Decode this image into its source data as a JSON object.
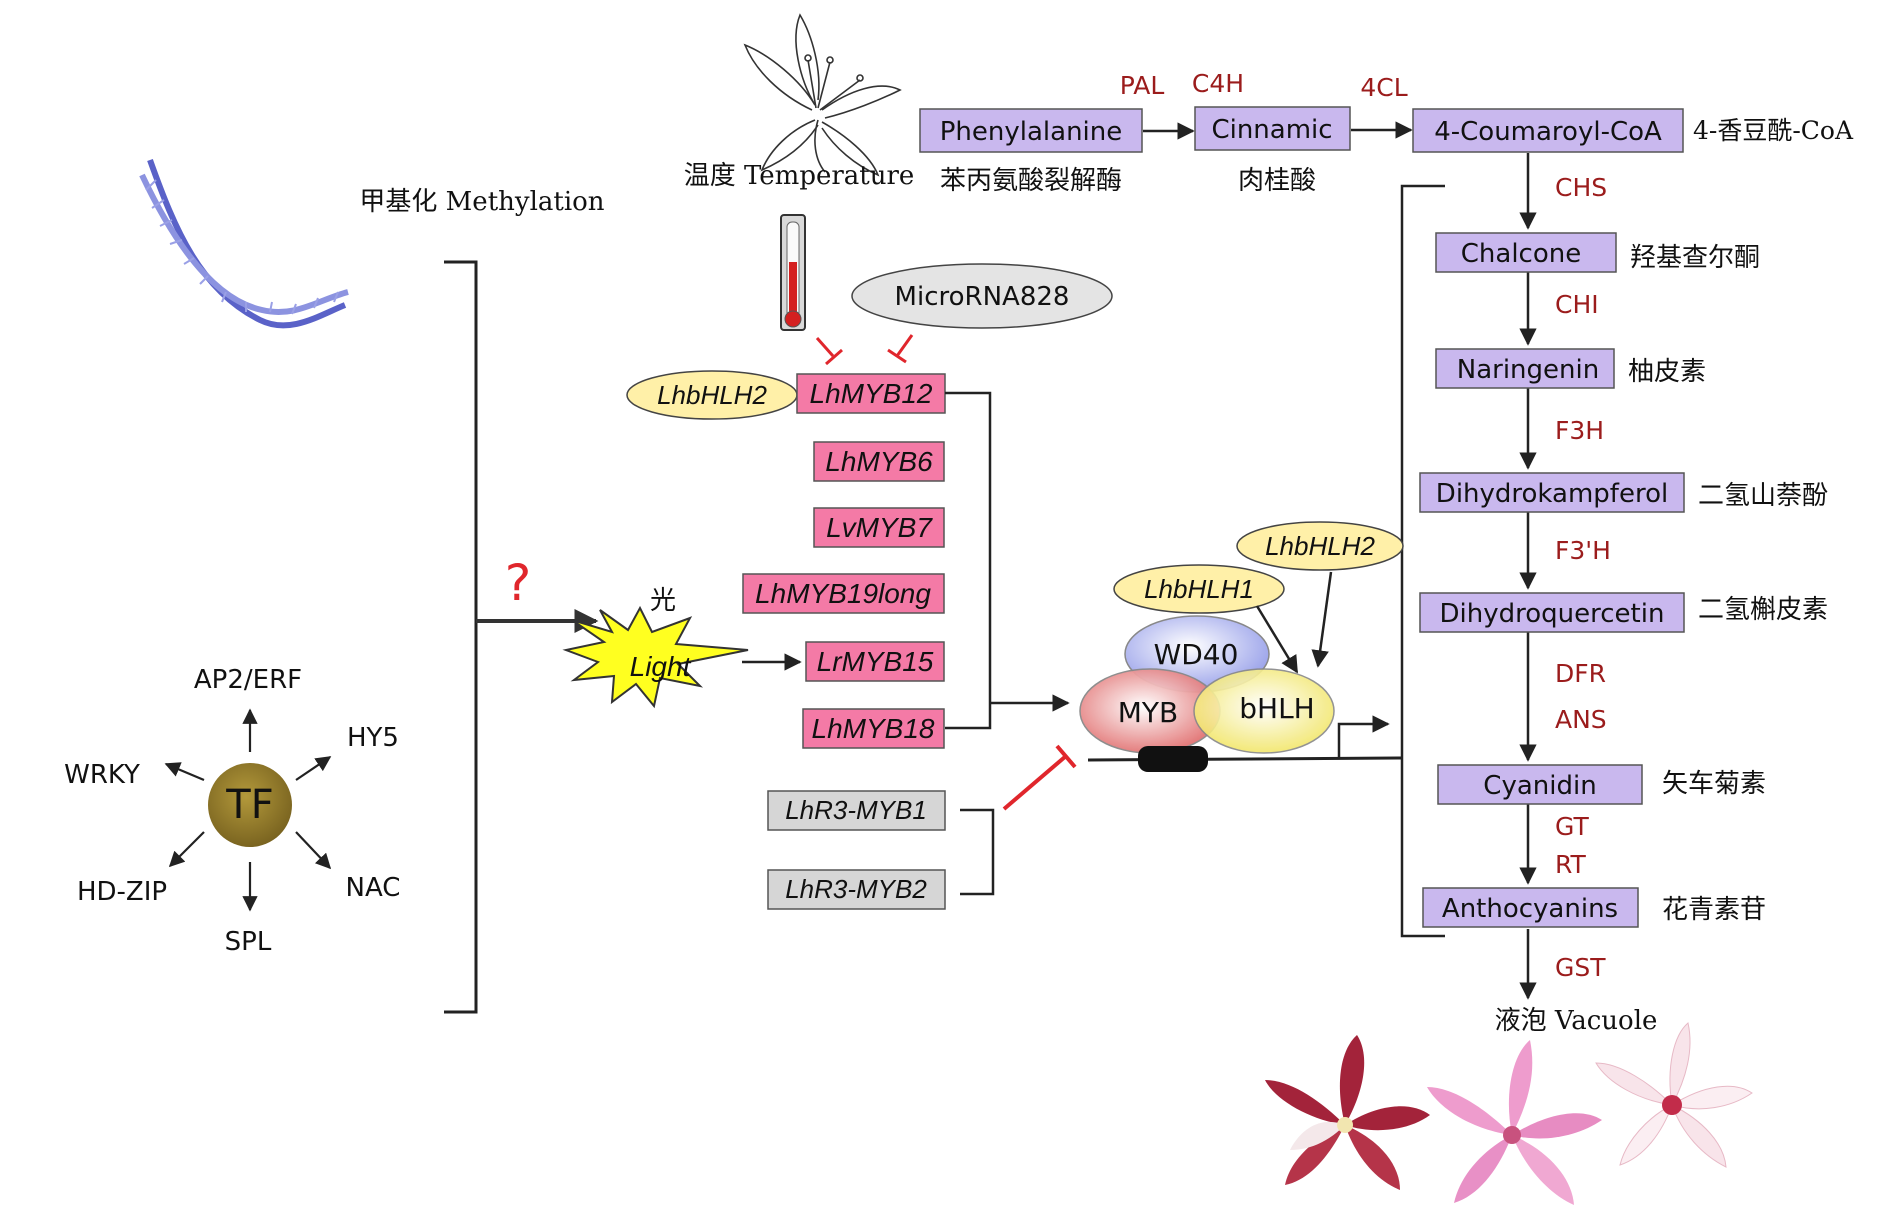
{
  "colors": {
    "enzyme": "#9b1c1c",
    "substrate_fill": "#c9b8ee",
    "myb_fill": "#f47aa6",
    "bhlh_fill": "#fff0a8",
    "repressor_fill": "#d6d6d6",
    "inhibit": "#e0262c",
    "tf_fill": "#8f7a2a"
  },
  "pathway": {
    "top_nodes": [
      {
        "label": "Phenylalanine",
        "cn": "苯丙氨酸裂解酶"
      },
      {
        "label": "Cinnamic",
        "cn": "肉桂酸"
      },
      {
        "label": "4-Coumaroyl-CoA",
        "cn": "4-香豆酰-CoA"
      }
    ],
    "top_enzymes": [
      "PAL",
      "C4H",
      "4CL"
    ],
    "nodes": [
      {
        "label": "Chalcone",
        "cn": "羟基查尔酮"
      },
      {
        "label": "Naringenin",
        "cn": "柚皮素"
      },
      {
        "label": "Dihydrokampferol",
        "cn": "二氢山萘酚"
      },
      {
        "label": "Dihydroquercetin",
        "cn": "二氢槲皮素"
      },
      {
        "label": "Cyanidin",
        "cn": "矢车菊素"
      },
      {
        "label": "Anthocyanins",
        "cn": "花青素苷"
      }
    ],
    "enzymes": [
      "CHS",
      "CHI",
      "F3H",
      "F3'H",
      "DFR",
      "ANS",
      "GT",
      "RT",
      "GST"
    ],
    "vacuole": "液泡 Vacuole"
  },
  "regulators": {
    "temperature": "温度 Temperature",
    "methylation": "甲基化 Methylation",
    "microrna": "MicroRNA828",
    "question": "?",
    "light_cn": "光",
    "light": "Light",
    "myb_activators": [
      "LhMYB12",
      "LhMYB6",
      "LvMYB7",
      "LhMYB19long",
      "LrMYB15",
      "LhMYB18"
    ],
    "bhlh_partner": "LhbHLH2",
    "repressors": [
      "LhR3-MYB1",
      "LhR3-MYB2"
    ],
    "complex": {
      "wd40": "WD40",
      "myb": "MYB",
      "bhlh": "bHLH",
      "bhlh1": "LhbHLH1",
      "bhlh2": "LhbHLH2"
    }
  },
  "tf": {
    "center": "TF",
    "families": [
      "AP2/ERF",
      "HY5",
      "NAC",
      "SPL",
      "HD-ZIP",
      "WRKY"
    ]
  }
}
